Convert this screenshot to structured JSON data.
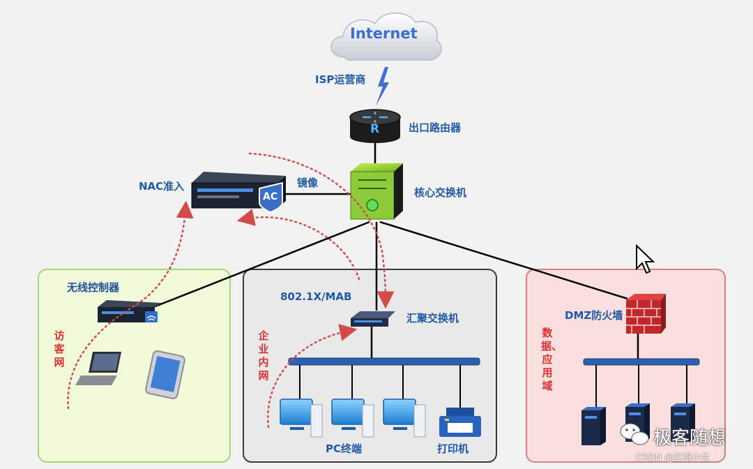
{
  "cloud": {
    "label": "Internet"
  },
  "wan": {
    "label": "ISP运营商"
  },
  "router": {
    "label": "出口路由器",
    "glyph": "R"
  },
  "core_switch": {
    "label": "核心交换机"
  },
  "nac": {
    "label": "NAC准入",
    "badge": "AC",
    "link_label": "镜像"
  },
  "zones": {
    "guest": {
      "label": "访客网",
      "controller_label": "无线控制器",
      "color": "#f2fbd9"
    },
    "enterprise": {
      "label": "企业内网",
      "auth_label": "802.1X/MAB",
      "switch_label": "汇聚交换机",
      "pc_label": "PC终端",
      "printer_label": "打印机",
      "color": "#e9e9e9"
    },
    "dmz": {
      "label": "数据、应用域",
      "firewall_label": "DMZ防火墙",
      "color": "#fbdede"
    }
  },
  "watermark": {
    "brand": "极客随想",
    "source": "CSDN @红帽小生"
  },
  "colors": {
    "label_blue": "#1f5aa6",
    "zone_red": "#e03030",
    "trace_red": "#d24a4a",
    "bus_blue": "#2d5fb0"
  }
}
